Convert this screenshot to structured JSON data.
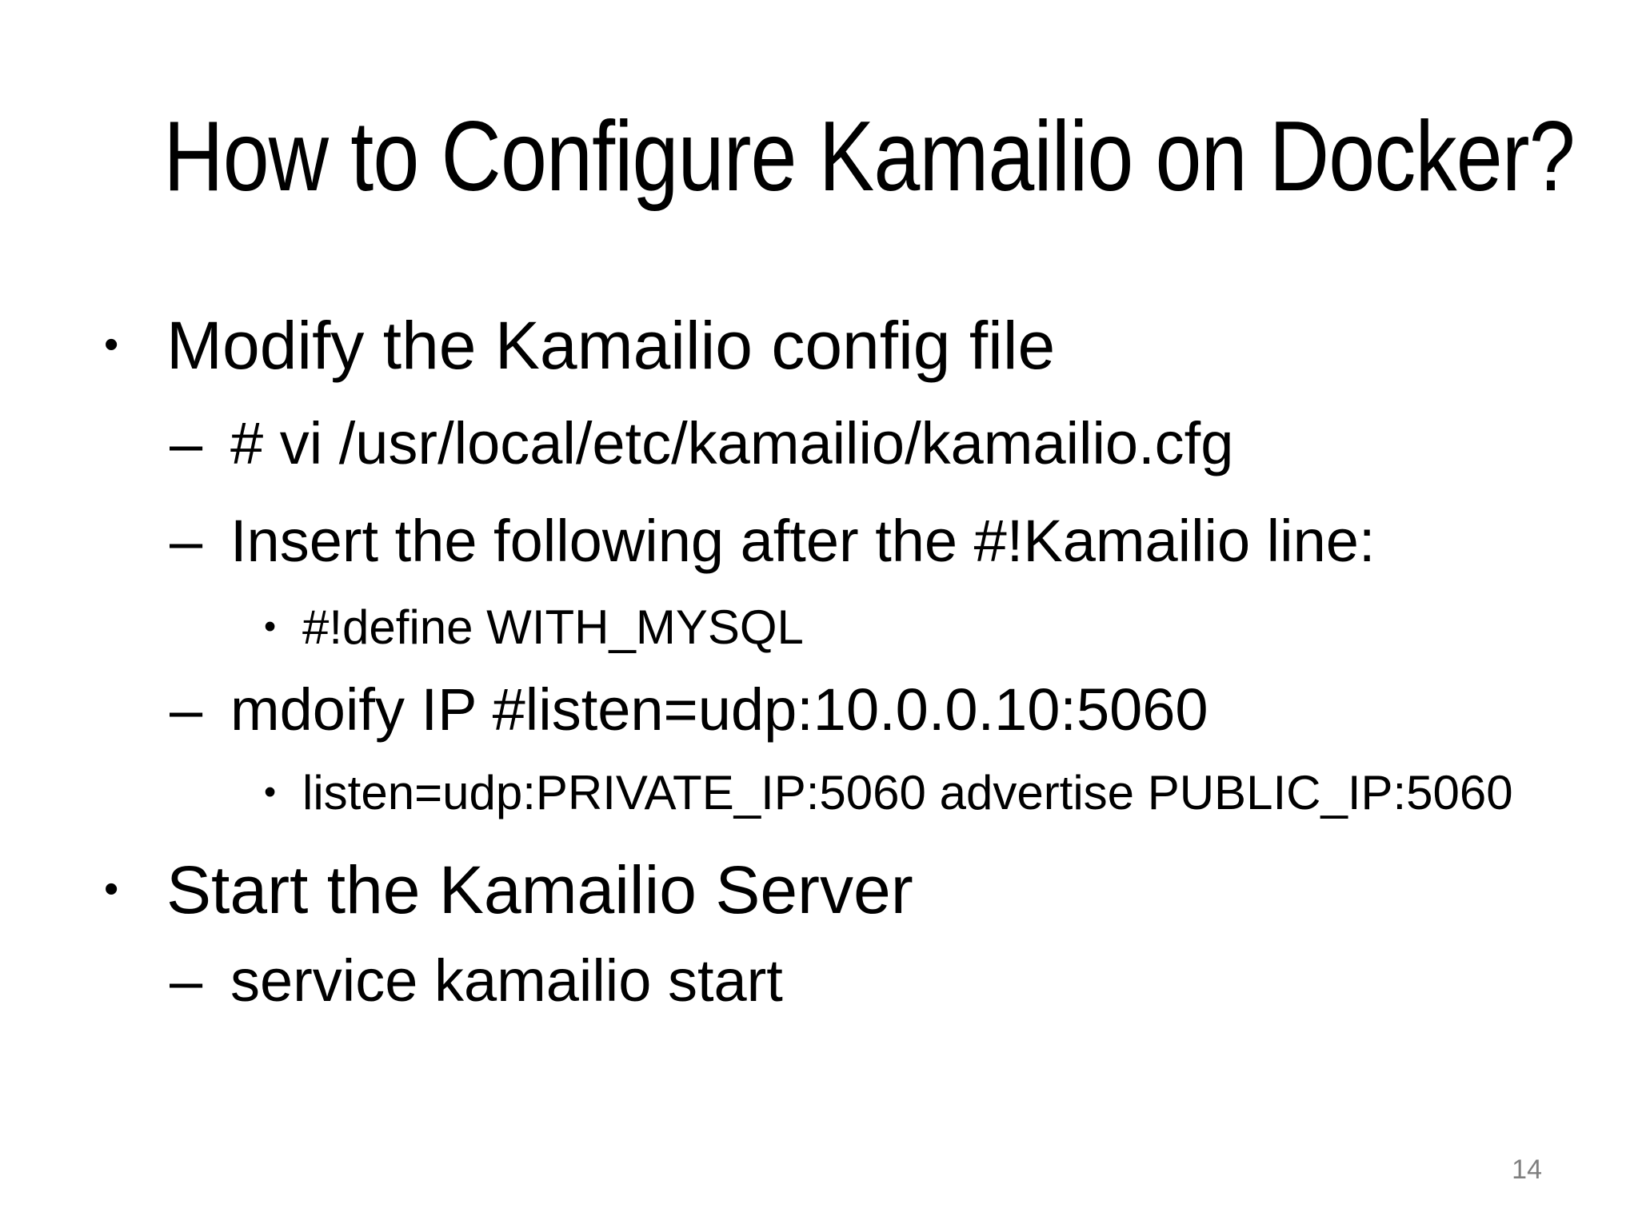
{
  "slide": {
    "title": "How to Configure Kamailio on Docker?",
    "page_number": "14",
    "colors": {
      "background": "#ffffff",
      "text": "#000000",
      "page_number": "#7f7f7f"
    },
    "bullets": [
      {
        "level": 1,
        "marker": "•",
        "text": "Modify the Kamailio config file"
      },
      {
        "level": 2,
        "marker": "–",
        "text": "# vi /usr/local/etc/kamailio/kamailio.cfg"
      },
      {
        "level": 2,
        "marker": "–",
        "text": "Insert the following after the #!Kamailio line:"
      },
      {
        "level": 3,
        "marker": "•",
        "text": "#!define WITH_MYSQL"
      },
      {
        "level": 2,
        "marker": "–",
        "text": "mdoify IP #listen=udp:10.0.0.10:5060"
      },
      {
        "level": 3,
        "marker": "•",
        "text": "listen=udp:PRIVATE_IP:5060 advertise PUBLIC_IP:5060"
      },
      {
        "level": 1,
        "marker": "•",
        "text": "Start the Kamailio Server"
      },
      {
        "level": 2,
        "marker": "–",
        "text": "service kamailio start"
      }
    ]
  }
}
